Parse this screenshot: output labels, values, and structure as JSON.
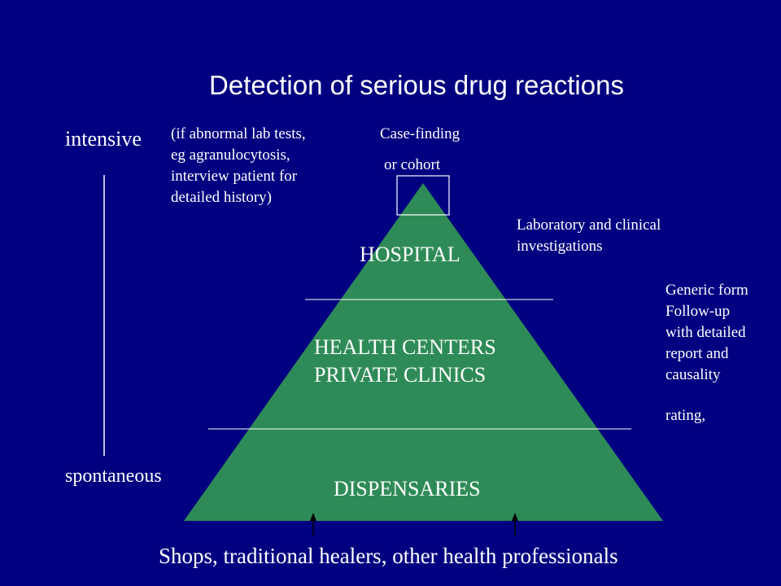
{
  "title": "Detection of serious drug reactions",
  "axis": {
    "top_label": "intensive",
    "bottom_label": "spontaneous"
  },
  "notes": {
    "lab_tests": [
      "(if abnormal lab tests,",
      "eg agranulocytosis,",
      "interview patient for",
      "detailed history)"
    ],
    "case_finding": "Case-finding",
    "or_cohort": "or cohort",
    "lab_clinical": [
      "Laboratory and clinical",
      "investigations"
    ],
    "generic_form": [
      "Generic form",
      "Follow-up",
      "with detailed",
      "report and",
      "causality"
    ],
    "rating": "rating,"
  },
  "pyramid": {
    "fill_color": "#2e8b57",
    "levels": {
      "top": "HOSPITAL",
      "middle": [
        "HEALTH CENTERS",
        "PRIVATE CLINICS"
      ],
      "bottom": "DISPENSARIES"
    }
  },
  "footer": "Shops, traditional healers, other health professionals"
}
